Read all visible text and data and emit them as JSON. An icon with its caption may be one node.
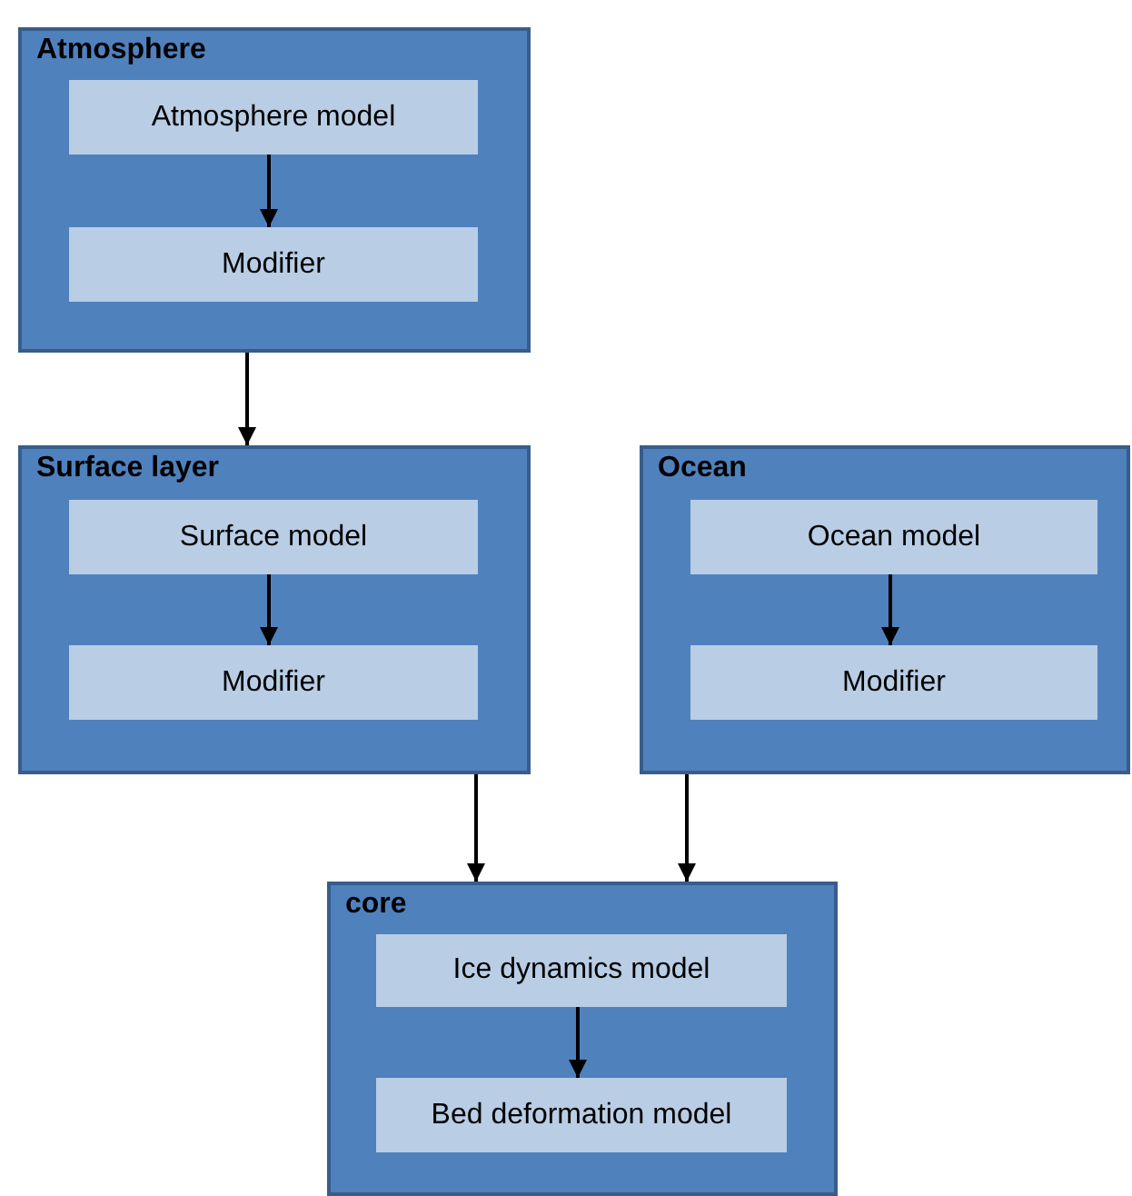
{
  "diagram": {
    "nodes": [
      {
        "text": [
          "Atmosphere"
        ]
      },
      {
        "text": [
          "Atmosphere model"
        ],
        "in": 0
      },
      {
        "text": [
          "Modifier"
        ],
        "in": 0
      },
      {
        "text": [
          "Surface layer"
        ]
      },
      {
        "text": [
          "Surface model"
        ],
        "in": 3
      },
      {
        "text": [
          "Modifier"
        ],
        "in": 3
      },
      {
        "text": [
          "Ocean"
        ]
      },
      {
        "text": [
          "Ocean model"
        ],
        "in": 6
      },
      {
        "text": [
          "Modifier"
        ],
        "in": 6
      },
      {
        "text": [
          "core"
        ]
      },
      {
        "text": [
          "Ice dynamics model"
        ],
        "in": 9
      },
      {
        "text": [
          "Bed deformation model"
        ],
        "in": 9
      }
    ],
    "edges": [
      {
        "from": 1,
        "to": 2,
        "arrow": "to"
      },
      {
        "from": 0,
        "to": 3,
        "arrow": "to"
      },
      {
        "from": 4,
        "to": 5,
        "arrow": "to"
      },
      {
        "from": 7,
        "to": 8,
        "arrow": "to"
      },
      {
        "from": 3,
        "to": 9,
        "arrow": "to"
      },
      {
        "from": 6,
        "to": 9,
        "arrow": "to"
      },
      {
        "from": 10,
        "to": 11,
        "arrow": "to"
      }
    ]
  }
}
